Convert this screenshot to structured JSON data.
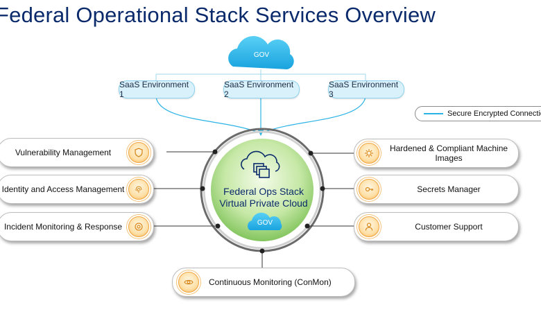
{
  "title": "Federal Operational Stack Services Overview",
  "cloud_top": {
    "label": "GOV"
  },
  "saas": [
    "SaaS Environment 1",
    "SaaS Environment 2",
    "SaaS Environment 3"
  ],
  "legend": {
    "label": "Secure Encrypted Connection",
    "color": "#2bb3e6"
  },
  "center": {
    "line1": "Federal Ops Stack",
    "line2": "Virtual Private Cloud",
    "gov": "GOV"
  },
  "left_services": [
    {
      "label": "Vulnerability Management",
      "icon": "shield-icon"
    },
    {
      "label": "Identity and Access Management",
      "icon": "fingerprint-icon"
    },
    {
      "label": "Incident Monitoring & Response",
      "icon": "target-icon"
    }
  ],
  "right_services": [
    {
      "label": "Hardened & Compliant Machine Images",
      "icon": "gear-icon"
    },
    {
      "label": "Secrets Manager",
      "icon": "key-icon"
    },
    {
      "label": "Customer Support",
      "icon": "person-icon"
    }
  ],
  "bottom_service": {
    "label": "Continuous Monitoring (ConMon)",
    "icon": "eye-icon"
  },
  "colors": {
    "title": "#0a2a6b",
    "accent": "#2bb3e6",
    "badge": "#f6b04a",
    "center_green": "#8fd16a"
  }
}
